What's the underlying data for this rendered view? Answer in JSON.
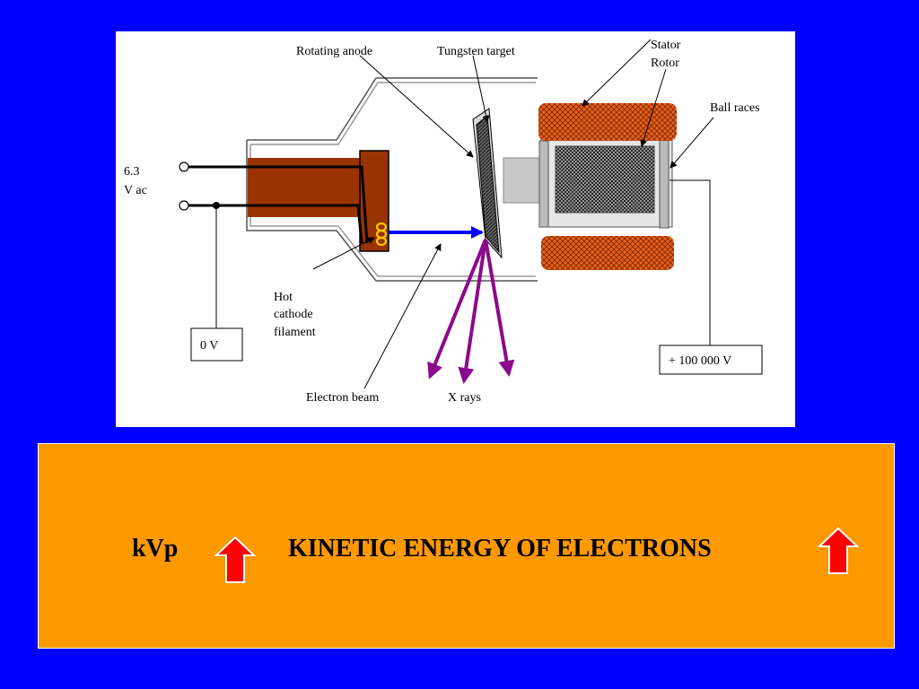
{
  "diagram": {
    "labels": {
      "rotating_anode": "Rotating anode",
      "tungsten_target": "Tungsten target",
      "stator": "Stator",
      "rotor": "Rotor",
      "ball_races": "Ball races",
      "supply_value": "6.3",
      "supply_unit": "V ac",
      "zero_volt": "0 V",
      "hot": "Hot",
      "cathode": "cathode",
      "filament": "filament",
      "electron_beam": "Electron beam",
      "x_rays": "X rays",
      "high_voltage": "+ 100 000 V"
    },
    "colors": {
      "background": "#0000ff",
      "panel": "#ffffff",
      "cathode_block": "#993300",
      "stator_coil": "#e8641c",
      "electron_beam": "#0000ff",
      "x_ray_arrows": "#8b0a8b",
      "filament": "#ffcc00"
    }
  },
  "caption": {
    "left_term": "kVp",
    "right_term": "KINETIC ENERGY OF ELECTRONS",
    "arrow_icon": "up-arrow-icon",
    "colors": {
      "box": "#ff9900",
      "arrow": "#ff0000"
    }
  }
}
